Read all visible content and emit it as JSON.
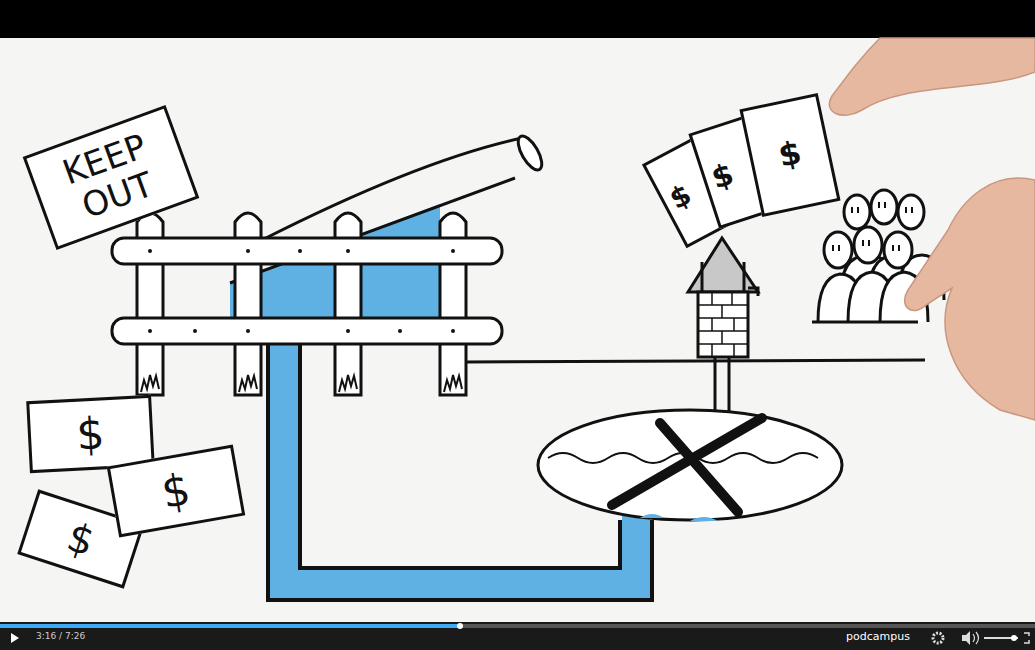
{
  "diagram": {
    "nodes": [
      {
        "text": [
          "KEEP OUT"
        ]
      },
      {
        "text": [
          "$"
        ]
      },
      {
        "text": [
          "$"
        ]
      },
      {
        "text": [
          "$"
        ]
      },
      {
        "text": [
          "$"
        ]
      },
      {
        "text": [
          "$"
        ]
      },
      {
        "text": [
          "$"
        ]
      }
    ],
    "labels": [
      "3:16 / 7:26",
      "podcampus"
    ]
  }
}
